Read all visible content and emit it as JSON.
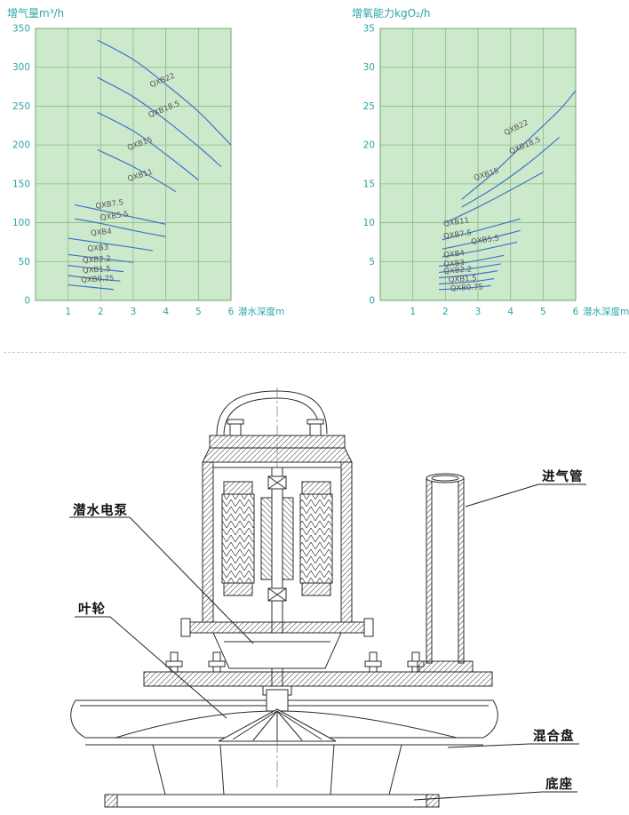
{
  "colors": {
    "chart_bg": "#cde9cc",
    "grid": "#86bb86",
    "border": "#6aa86a",
    "curve": "#3f74c8",
    "tick": "#2aa5a5",
    "curve_label": "#555555",
    "line_art": "#2b2b2b"
  },
  "chart_data": [
    {
      "type": "line",
      "title": "增气量m³/h",
      "xlabel": "潜水深度m",
      "x_ticks": [
        1,
        2,
        3,
        4,
        5,
        6
      ],
      "y_ticks": [
        0,
        50,
        100,
        150,
        200,
        250,
        300,
        350
      ],
      "xlim": [
        0,
        6
      ],
      "ylim": [
        0,
        350
      ],
      "grid": true,
      "series": [
        {
          "name": "QXB22",
          "points": [
            [
              1.9,
              335
            ],
            [
              3,
              310
            ],
            [
              4,
              278
            ],
            [
              5,
              243
            ],
            [
              6,
              200
            ]
          ],
          "label_at": [
            3.55,
            272
          ],
          "label_rot": -22
        },
        {
          "name": "QXB18.5",
          "points": [
            [
              1.9,
              287
            ],
            [
              3,
              262
            ],
            [
              4,
              232
            ],
            [
              5,
              198
            ],
            [
              5.7,
              172
            ]
          ],
          "label_at": [
            3.5,
            233
          ],
          "label_rot": -22
        },
        {
          "name": "QXB15",
          "points": [
            [
              1.9,
              242
            ],
            [
              3,
              218
            ],
            [
              4,
              188
            ],
            [
              5,
              155
            ]
          ],
          "label_at": [
            2.85,
            191
          ],
          "label_rot": -20
        },
        {
          "name": "QXB11",
          "points": [
            [
              1.9,
              194
            ],
            [
              3,
              172
            ],
            [
              4,
              148
            ],
            [
              4.3,
              140
            ]
          ],
          "label_at": [
            2.85,
            151
          ],
          "label_rot": -17
        },
        {
          "name": "QXB7.5",
          "points": [
            [
              1.2,
              123
            ],
            [
              2,
              116
            ],
            [
              3,
              107
            ],
            [
              4,
              98
            ]
          ],
          "label_at": [
            1.85,
            116
          ],
          "label_rot": -8
        },
        {
          "name": "QXB5.5",
          "points": [
            [
              1.2,
              105
            ],
            [
              2,
              99
            ],
            [
              3,
              90
            ],
            [
              4,
              82
            ]
          ],
          "label_at": [
            2.0,
            101
          ],
          "label_rot": -8
        },
        {
          "name": "QXB4",
          "points": [
            [
              1,
              80
            ],
            [
              2,
              74
            ],
            [
              3,
              68
            ],
            [
              3.6,
              64
            ]
          ],
          "label_at": [
            1.7,
            81
          ],
          "label_rot": -6
        },
        {
          "name": "QXB3",
          "points": [
            [
              1,
              59
            ],
            [
              2,
              54
            ],
            [
              3,
              49
            ]
          ],
          "label_at": [
            1.6,
            61
          ],
          "label_rot": -5
        },
        {
          "name": "QXB2.2",
          "points": [
            [
              1,
              45
            ],
            [
              1.8,
              41
            ],
            [
              2.7,
              37
            ]
          ],
          "label_at": [
            1.45,
            46
          ],
          "label_rot": -4
        },
        {
          "name": "QXB1.5",
          "points": [
            [
              1,
              32
            ],
            [
              1.8,
              28
            ],
            [
              2.6,
              25
            ]
          ],
          "label_at": [
            1.45,
            33
          ],
          "label_rot": -4
        },
        {
          "name": "QXB0.75",
          "points": [
            [
              1,
              20
            ],
            [
              1.7,
              17
            ],
            [
              2.4,
              14
            ]
          ],
          "label_at": [
            1.4,
            21
          ],
          "label_rot": -3
        }
      ]
    },
    {
      "type": "line",
      "title": "增氧能力kgO₂/h",
      "xlabel": "潜水深度m",
      "x_ticks": [
        1,
        2,
        3,
        4,
        5,
        6
      ],
      "y_ticks": [
        0,
        5,
        10,
        15,
        20,
        25,
        30,
        35
      ],
      "xlim": [
        0,
        6
      ],
      "ylim": [
        0,
        35
      ],
      "grid": true,
      "series": [
        {
          "name": "QXB22",
          "points": [
            [
              2.5,
              13
            ],
            [
              3.5,
              16.5
            ],
            [
              4.5,
              20.5
            ],
            [
              5.5,
              24.5
            ],
            [
              6,
              27
            ]
          ],
          "label_at": [
            3.85,
            21
          ],
          "label_rot": -26
        },
        {
          "name": "QXB18.5",
          "points": [
            [
              2.5,
              12
            ],
            [
              3.5,
              14.5
            ],
            [
              4.5,
              17.5
            ],
            [
              5.5,
              21
            ]
          ],
          "label_at": [
            4.0,
            18.6
          ],
          "label_rot": -23
        },
        {
          "name": "QXB15",
          "points": [
            [
              2,
              10
            ],
            [
              3,
              12
            ],
            [
              4,
              14.2
            ],
            [
              5,
              16.5
            ]
          ],
          "label_at": [
            2.9,
            15.2
          ],
          "label_rot": -18
        },
        {
          "name": "QXB11",
          "points": [
            [
              1.9,
              7.8
            ],
            [
              3,
              9
            ],
            [
              4.3,
              10.5
            ]
          ],
          "label_at": [
            1.95,
            9.3
          ],
          "label_rot": -9
        },
        {
          "name": "QXB7.5",
          "points": [
            [
              1.9,
              6.6
            ],
            [
              3,
              7.6
            ],
            [
              4.3,
              9
            ]
          ],
          "label_at": [
            1.95,
            7.7
          ],
          "label_rot": -8
        },
        {
          "name": "QXB5.5",
          "points": [
            [
              1.9,
              5.6
            ],
            [
              3,
              6.4
            ],
            [
              4.2,
              7.5
            ]
          ],
          "label_at": [
            2.8,
            7.0
          ],
          "label_rot": -8
        },
        {
          "name": "QXB4",
          "points": [
            [
              1.8,
              4.4
            ],
            [
              2.8,
              5
            ],
            [
              3.8,
              5.8
            ]
          ],
          "label_at": [
            1.95,
            5.3
          ],
          "label_rot": -6
        },
        {
          "name": "QXB3",
          "points": [
            [
              1.8,
              3.6
            ],
            [
              2.8,
              4.1
            ],
            [
              3.7,
              4.7
            ]
          ],
          "label_at": [
            1.95,
            4.1
          ],
          "label_rot": -5
        },
        {
          "name": "QXB2.2",
          "points": [
            [
              1.8,
              2.9
            ],
            [
              2.8,
              3.3
            ],
            [
              3.6,
              3.8
            ]
          ],
          "label_at": [
            1.95,
            3.2
          ],
          "label_rot": -5
        },
        {
          "name": "QXB1.5",
          "points": [
            [
              1.8,
              2.1
            ],
            [
              2.8,
              2.4
            ],
            [
              3.5,
              2.8
            ]
          ],
          "label_at": [
            2.1,
            2.1
          ],
          "label_rot": -4
        },
        {
          "name": "QXB0.75",
          "points": [
            [
              1.8,
              1.4
            ],
            [
              2.7,
              1.6
            ],
            [
              3.4,
              1.9
            ]
          ],
          "label_at": [
            2.15,
            1.0
          ],
          "label_rot": -3
        }
      ]
    }
  ],
  "diagram": {
    "labels": [
      {
        "id": "submersible-pump",
        "text": "潜水电泵"
      },
      {
        "id": "impeller",
        "text": "叶轮"
      },
      {
        "id": "air-intake-pipe",
        "text": "进气管"
      },
      {
        "id": "mixing-plate",
        "text": "混合盘"
      },
      {
        "id": "base",
        "text": "底座"
      }
    ]
  }
}
